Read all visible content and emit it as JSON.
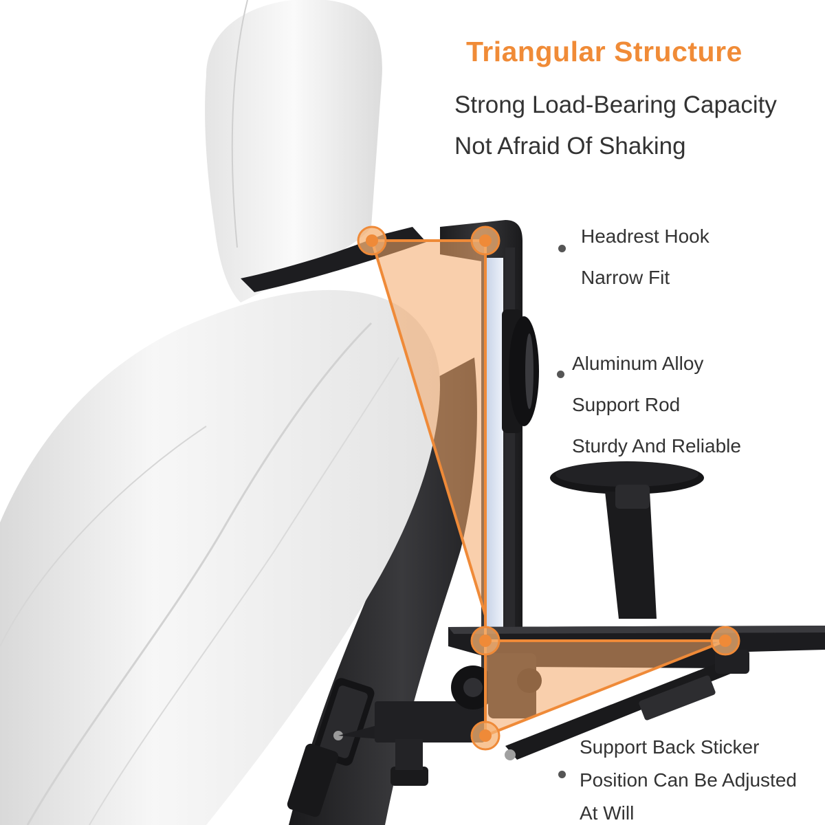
{
  "headline": "Triangular Structure",
  "subheadings": [
    "Strong Load-Bearing Capacity",
    "Not Afraid Of Shaking"
  ],
  "callouts": {
    "headrest_hook": [
      "Headrest Hook",
      "Narrow Fit"
    ],
    "support_rod": [
      "Aluminum Alloy",
      "Support Rod",
      "Sturdy And Reliable"
    ],
    "back_sticker": [
      "Support Back Sticker",
      "Position Can Be Adjusted",
      "At Will"
    ]
  },
  "colors": {
    "accent": "#f08b37",
    "text": "#333333",
    "bracket": "#1c1c1e",
    "seat_white": "#f1f1f1",
    "seat_black": "#2b2b2d"
  }
}
